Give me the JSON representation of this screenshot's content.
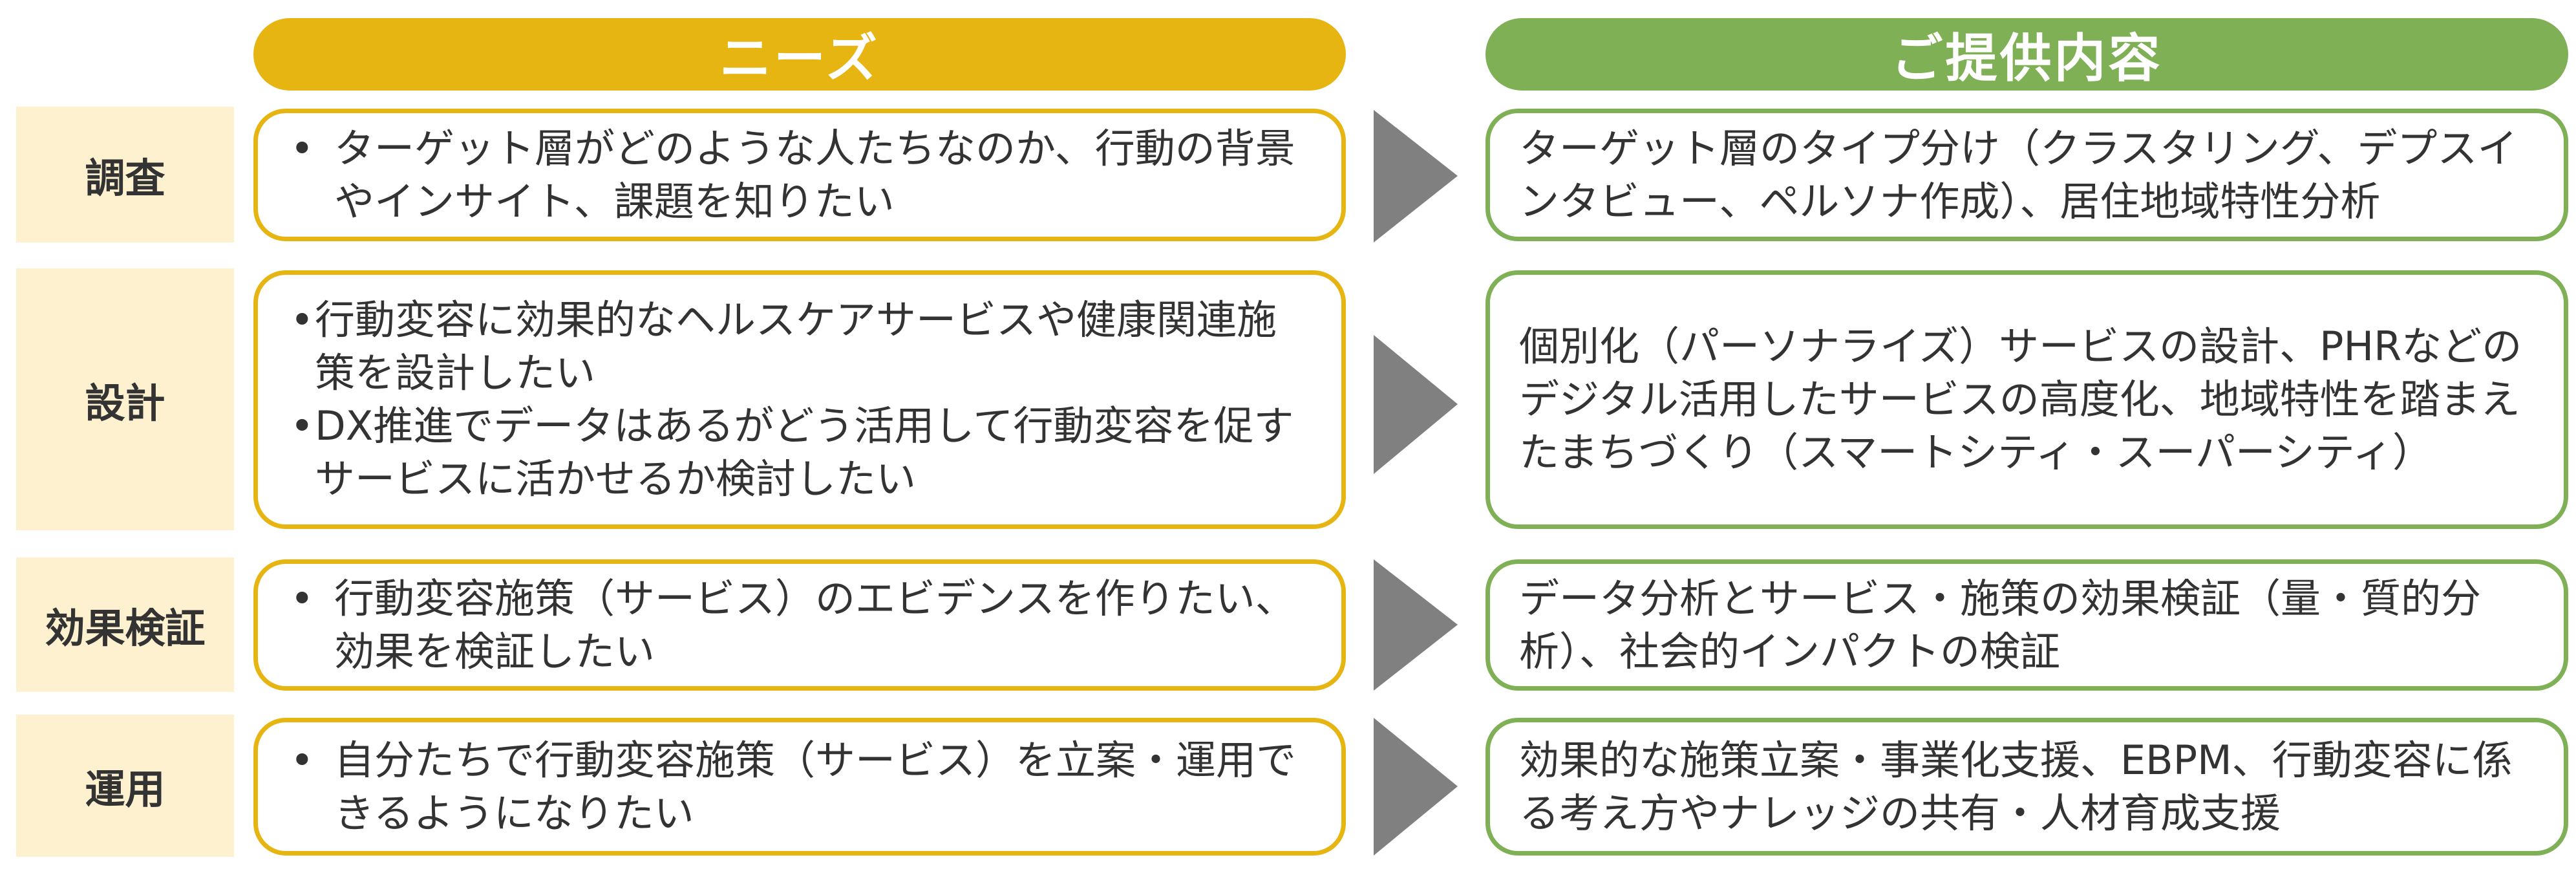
{
  "headers": {
    "needs": "ニーズ",
    "offer": "ご提供内容"
  },
  "rows": [
    {
      "label": "調査",
      "needs": [
        {
          "bullet": "•",
          "text": "ターゲット層がどのような人たちなのか、行動の背景やインサイト、課題を知りたい"
        }
      ],
      "offer": "ターゲット層のタイプ分け（クラスタリング、デプスインタビュー、ペルソナ作成）、居住地域特性分析"
    },
    {
      "label": "設計",
      "needs": [
        {
          "bullet": "•",
          "text": "行動変容に効果的なヘルスケアサービスや健康関連施策を設計したい"
        },
        {
          "bullet": "•",
          "text": "DX推進でデータはあるがどう活用して行動変容を促すサービスに活かせるか検討したい"
        }
      ],
      "offer": "個別化（パーソナライズ）サービスの設計、PHRなどのデジタル活用したサービスの高度化、地域特性を踏まえたまちづくり（スマートシティ・スーパーシティ）"
    },
    {
      "label": "効果検証",
      "needs": [
        {
          "bullet": "•",
          "text": "行動変容施策（サービス）のエビデンスを作りたい、効果を検証したい"
        }
      ],
      "offer": "データ分析とサービス・施策の効果検証（量・質的分析）、社会的インパクトの検証"
    },
    {
      "label": "運用",
      "needs": [
        {
          "bullet": "•",
          "text": "自分たちで行動変容施策（サービス）を立案・運用できるようになりたい"
        }
      ],
      "offer": "効果的な施策立案・事業化支援、EBPM、行動変容に係る考え方やナレッジの共有・人材育成支援"
    }
  ],
  "colors": {
    "needs_accent": "#e6b512",
    "offer_accent": "#7fb056",
    "label_bg": "#fdf1cf",
    "arrow": "#808080"
  }
}
